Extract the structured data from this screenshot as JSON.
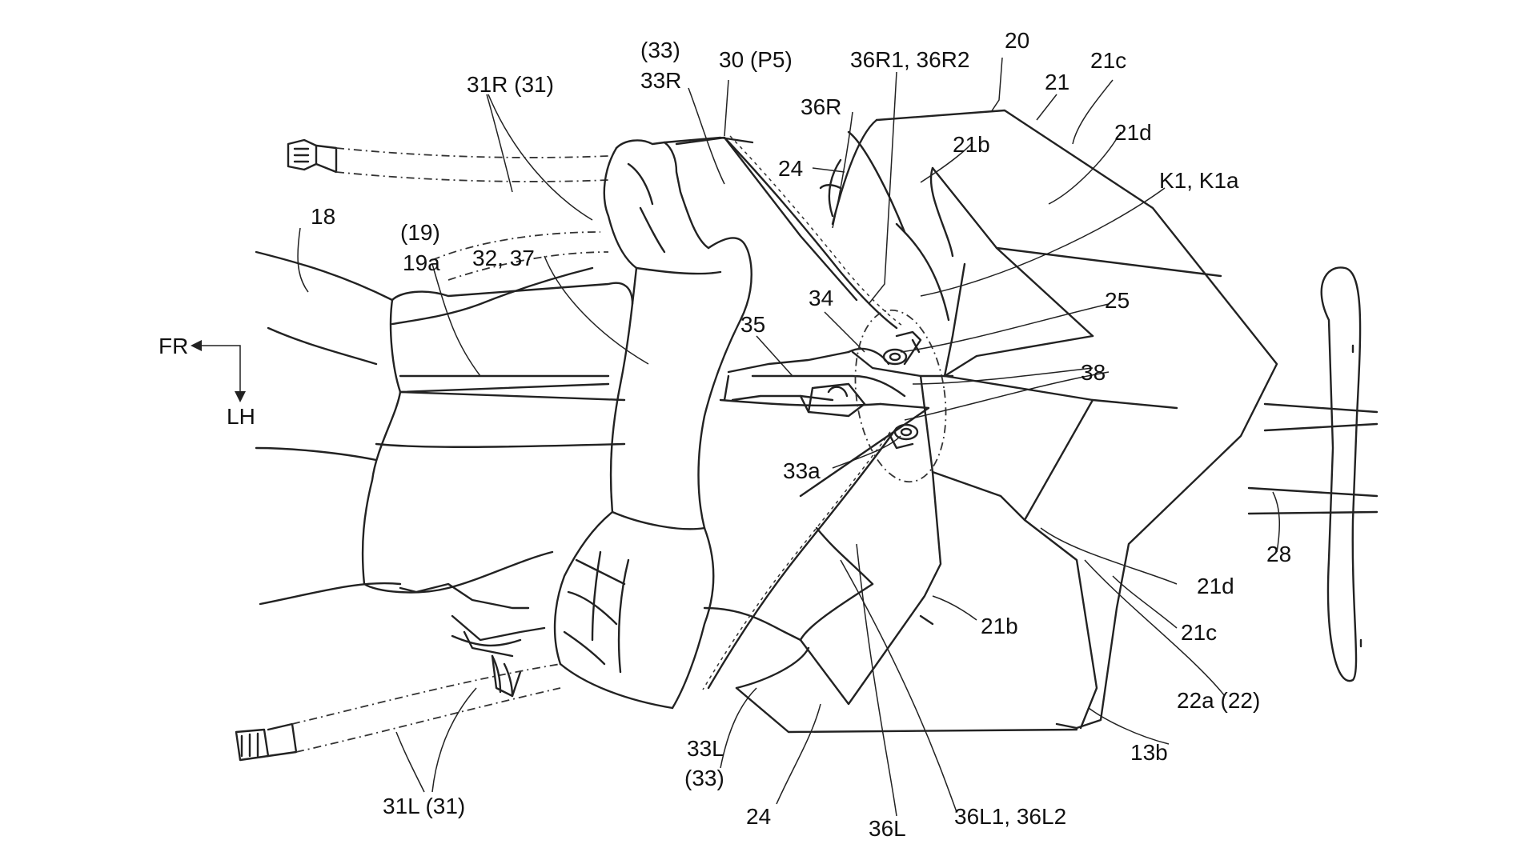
{
  "figure": {
    "direction": {
      "front": "FR",
      "left": "LH"
    },
    "labels": {
      "l20": "20",
      "l21": "21",
      "l21c_top": "21c",
      "l21d_top": "21d",
      "l21b_top": "21b",
      "lK1": "K1, K1a",
      "l36R1": "36R1, 36R2",
      "l36R": "36R",
      "l24_top": "24",
      "l30": "30 (P5)",
      "l33_paren_top": "(33)",
      "l33R": "33R",
      "l31R": "31R (31)",
      "l18": "18",
      "l19_paren": "(19)",
      "l19a": "19a",
      "l32": "32, 37",
      "l35": "35",
      "l34": "34",
      "l25": "25",
      "l38": "38",
      "l33a": "33a",
      "l21d_bottom": "21d",
      "l21b_bottom": "21b",
      "l21c_bottom": "21c",
      "l22a": "22a (22)",
      "l13b": "13b",
      "l28": "28",
      "l33L": "33L",
      "l33_paren_bottom": "(33)",
      "l24_bottom": "24",
      "l36L": "36L",
      "l36L1": "36L1, 36L2",
      "l31L": "31L (31)"
    }
  }
}
